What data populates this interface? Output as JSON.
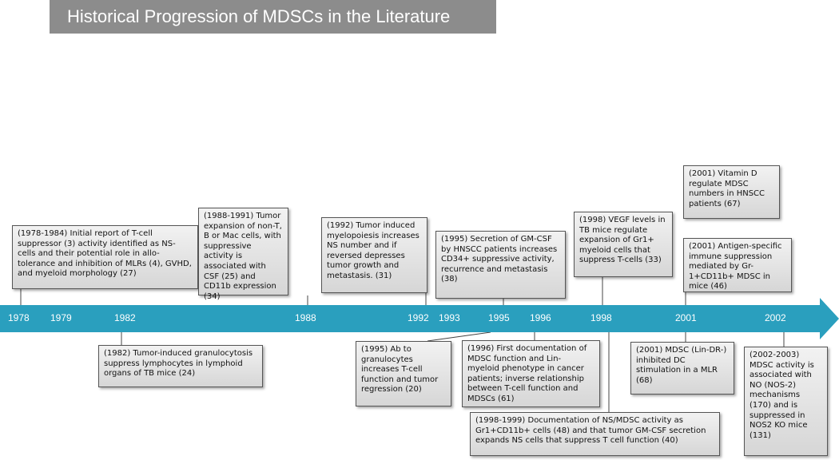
{
  "title": "Historical Progression of MDSCs in the Literature",
  "colors": {
    "timeline": "#2a9fbe",
    "title_bar": "#8c8c8c",
    "box_fill": "#e6e6e6",
    "box_border": "#555555"
  },
  "years": [
    "1978",
    "1979",
    "1982",
    "1988",
    "1992",
    "1993",
    "1995",
    "1996",
    "1998",
    "2001",
    "2002"
  ],
  "events": [
    {
      "id": "e1978",
      "text": "(1978-1984) Initial report of T-cell suppressor (3) activity identified as NS-cells and their potential role in allo-tolerance and inhibition of MLRs (4), GVHD, and myeloid morphology (27)"
    },
    {
      "id": "e1982",
      "text": "(1982) Tumor-induced granulocytosis suppress lymphocytes in lymphoid organs of TB mice (24)"
    },
    {
      "id": "e1988",
      "text": "(1988-1991) Tumor expansion of non-T, B or Mac cells, with suppressive activity is associated with CSF (25) and CD11b expression (34)"
    },
    {
      "id": "e1992",
      "text": "(1992) Tumor induced myelopoiesis increases NS number and if reversed depresses tumor growth and metastasis. (31)"
    },
    {
      "id": "e1995a",
      "text": "(1995) Secretion of GM-CSF by HNSCC patients increases CD34+ suppressive activity, recurrence and metastasis (38)"
    },
    {
      "id": "e1995b",
      "text": "(1995) Ab to granulocytes increases T-cell function and tumor regression (20)"
    },
    {
      "id": "e1996",
      "text": "(1996) First documentation of MDSC function and Lin- myeloid phenotype in cancer patients; inverse relationship between T-cell function and MDSCs (61)"
    },
    {
      "id": "e1998a",
      "text": "(1998) VEGF levels in TB mice regulate expansion of Gr1+ myeloid cells that suppress T-cells (33)"
    },
    {
      "id": "e1998b",
      "text": "(1998-1999) Documentation of NS/MDSC activity as Gr1+CD11b+ cells (48) and that tumor GM-CSF secretion expands NS cells that suppress T cell function (40)"
    },
    {
      "id": "e2001a",
      "text": "(2001) Vitamin D regulate MDSC numbers in HNSCC patients (67)"
    },
    {
      "id": "e2001b",
      "text": "(2001) Antigen-specific immune suppression mediated by Gr-1+CD11b+ MDSC in mice (46)"
    },
    {
      "id": "e2001c",
      "text": "(2001) MDSC (Lin-DR-) inhibited DC stimulation in a MLR (68)"
    },
    {
      "id": "e2002",
      "text": "(2002-2003) MDSC activity is associated with NO (NOS-2) mechanisms (170) and is suppressed in NOS2 KO mice (131)"
    }
  ]
}
